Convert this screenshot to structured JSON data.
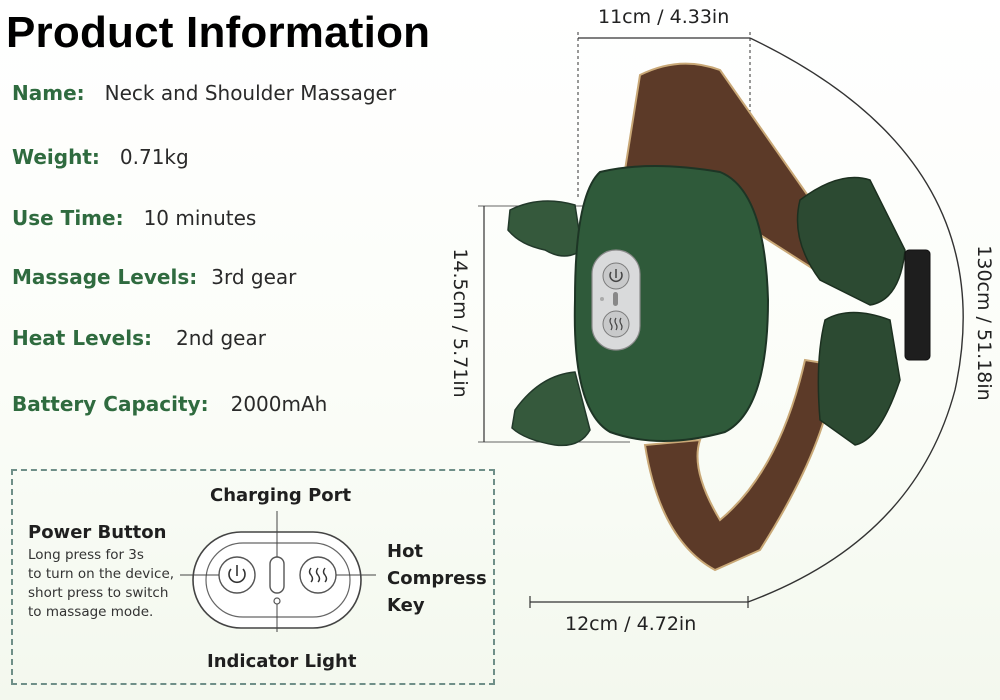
{
  "title": "Product Information",
  "specs": [
    {
      "label": "Name:",
      "value": "Neck and Shoulder Massager"
    },
    {
      "label": "Weight:",
      "value": "0.71kg"
    },
    {
      "label": "Use Time:",
      "value": "10 minutes"
    },
    {
      "label": "Massage Levels:",
      "value": "3rd gear"
    },
    {
      "label": "Heat Levels:",
      "value": "2nd gear"
    },
    {
      "label": "Battery Capacity:",
      "value": "2000mAh"
    }
  ],
  "controls": {
    "charging_port": "Charging Port",
    "power_button": "Power Button",
    "power_desc": [
      "Long press for 3s",
      "to turn on the device,",
      "short press to switch",
      "to massage mode."
    ],
    "hot_compress_key": [
      "Hot",
      "Compress",
      "Key"
    ],
    "indicator_light": "Indicator Light"
  },
  "dimensions": {
    "top_width": "11cm / 4.33in",
    "height": "14.5cm / 5.71in",
    "bottom_width": "12cm / 4.72in",
    "strap_length": "130cm / 51.18in"
  },
  "colors": {
    "label_green": "#2f6b3f",
    "device_green": "#2f5a3a",
    "strap_brown": "#5c3a28",
    "dash_border": "#6f8f88"
  }
}
